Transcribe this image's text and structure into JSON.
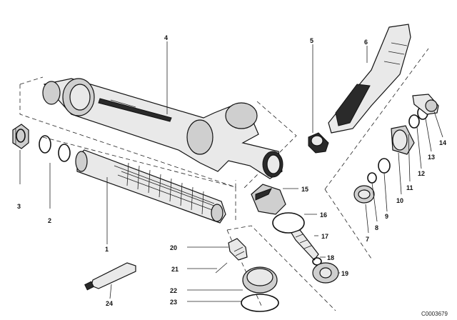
{
  "diagram": {
    "part_labels": [
      "1",
      "2",
      "3",
      "4",
      "5",
      "6",
      "7",
      "8",
      "9",
      "10",
      "11",
      "12",
      "13",
      "14",
      "15",
      "16",
      "17",
      "18",
      "19",
      "20",
      "21",
      "22",
      "23",
      "24"
    ],
    "catalog_code": "C0003679"
  }
}
